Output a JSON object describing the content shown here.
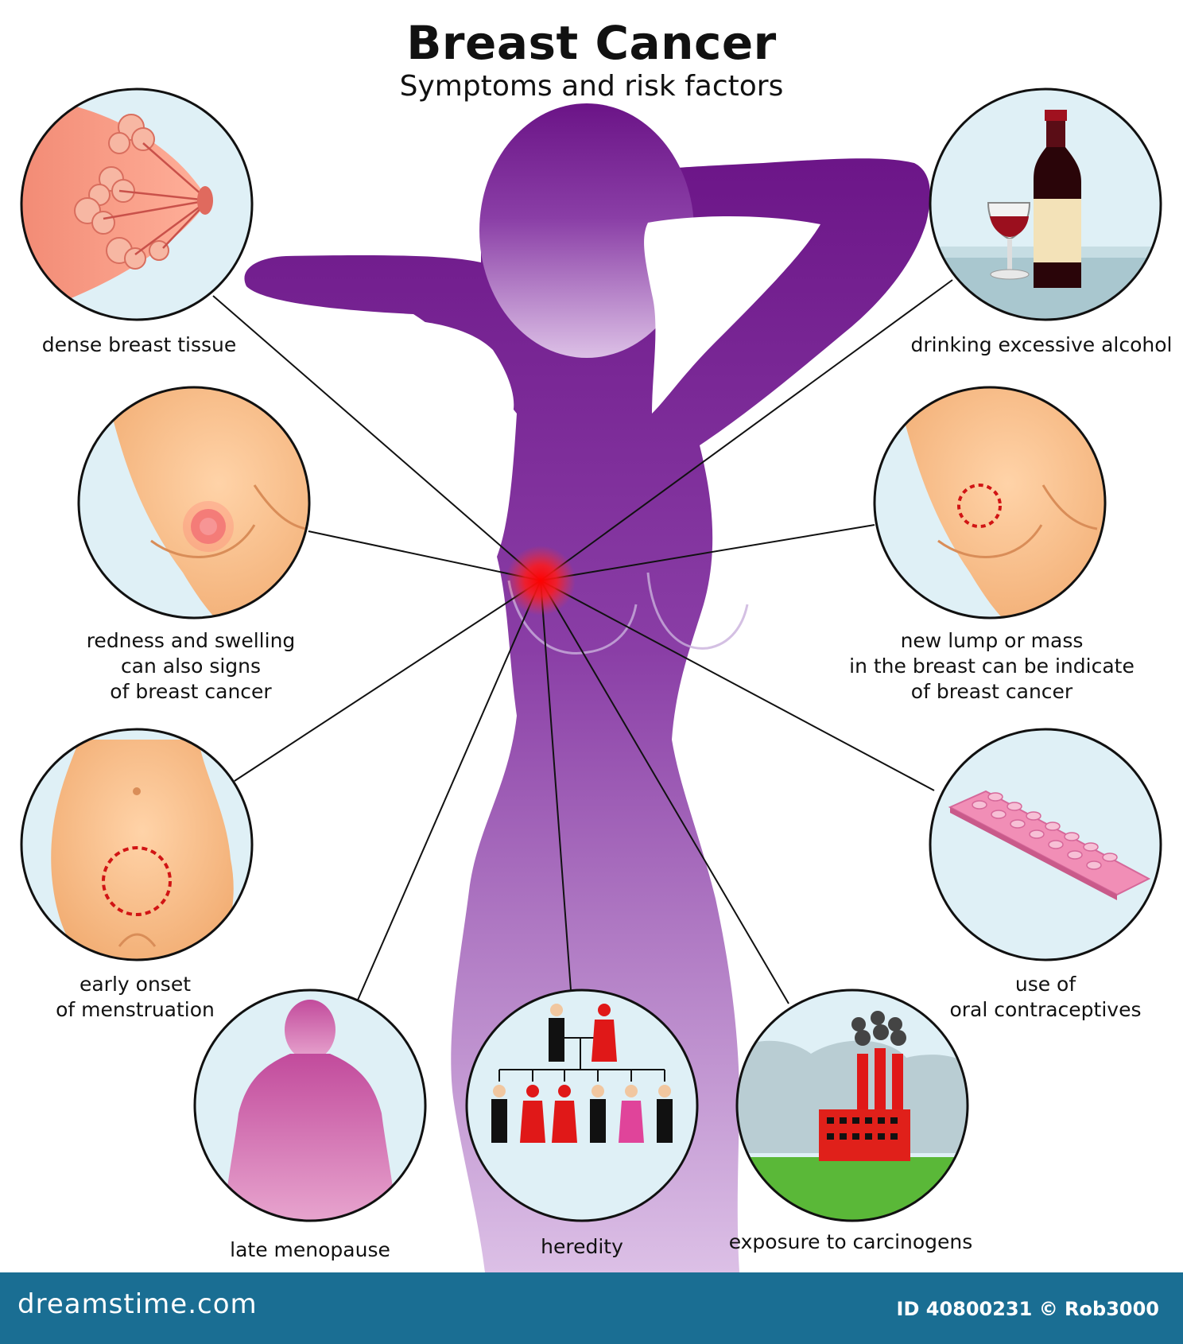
{
  "title": "Breast Cancer",
  "subtitle": "Symptoms and risk factors",
  "labels": {
    "dense": [
      "dense breast tissue"
    ],
    "alcohol": [
      "drinking excessive alcohol"
    ],
    "redness": [
      "redness and swelling",
      "can also signs",
      "of breast cancer"
    ],
    "lump": [
      "new lump or mass",
      "in the breast can be indicate",
      "of breast cancer"
    ],
    "menstruation": [
      "early onset",
      "of menstruation"
    ],
    "contraceptives": [
      "use of",
      "oral contraceptives"
    ],
    "menopause": [
      "late menopause"
    ],
    "heredity": [
      "heredity"
    ],
    "carcinogens": [
      "exposure to carcinogens"
    ]
  },
  "footer": {
    "brand": "dreamstime.com",
    "image_id": "ID 40800231 © Rob3000"
  },
  "colors": {
    "silhouette_top": "#6b1487",
    "silhouette_bottom": "#d8b4e0",
    "footer": "#1a6e93",
    "focus_red": "#ff1a1a",
    "circle_bg": "#dff0f6"
  }
}
